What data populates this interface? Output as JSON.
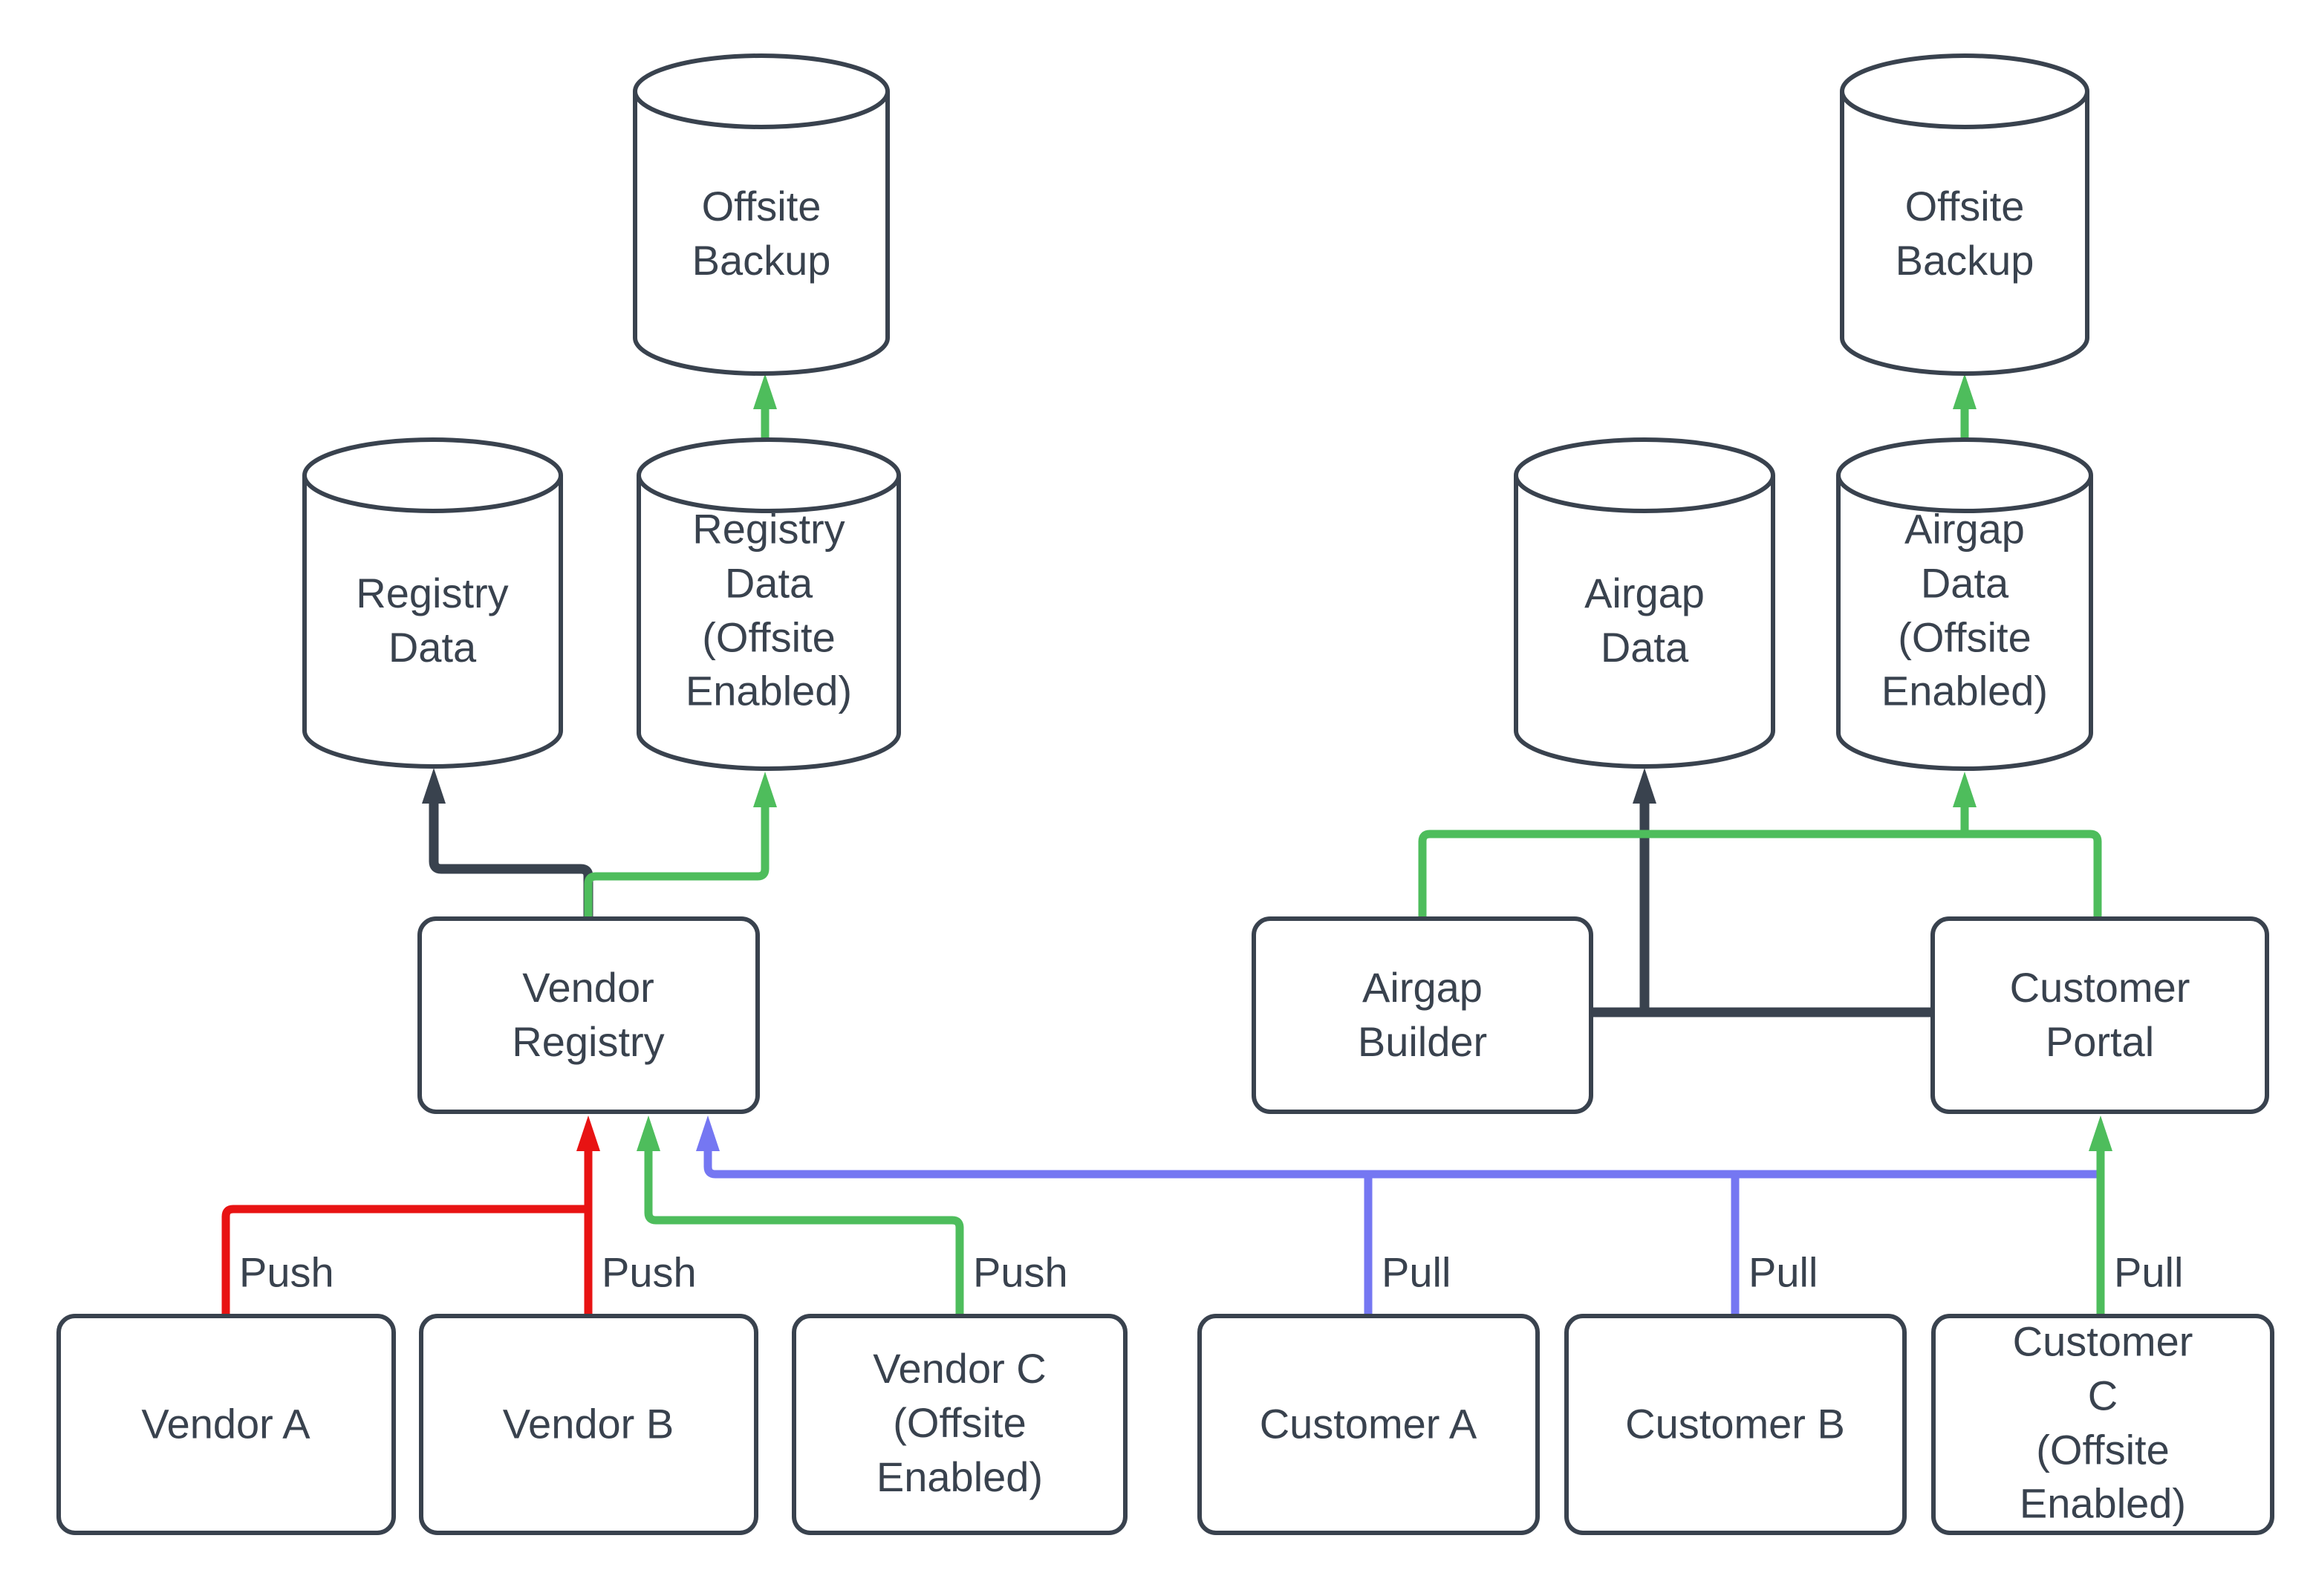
{
  "diagram": {
    "colors": {
      "background": "#ffffff",
      "shape_fill": "#ffffff",
      "stroke": "#39424e",
      "text": "#39424e",
      "red": "#e81313",
      "green": "#4ebd5c",
      "blue": "#7577f2"
    },
    "nodes": {
      "offsite_backup_left": {
        "shape": "cylinder",
        "label": "Offsite\nBackup"
      },
      "registry_data": {
        "shape": "cylinder",
        "label": "Registry\nData"
      },
      "registry_data_offsite": {
        "shape": "cylinder",
        "label": "Registry\nData\n(Offsite\nEnabled)"
      },
      "vendor_registry": {
        "shape": "box",
        "label": "Vendor\nRegistry"
      },
      "vendor_a": {
        "shape": "box",
        "label": "Vendor A"
      },
      "vendor_b": {
        "shape": "box",
        "label": "Vendor B"
      },
      "vendor_c": {
        "shape": "box",
        "label": "Vendor C\n(Offsite\nEnabled)"
      },
      "offsite_backup_right": {
        "shape": "cylinder",
        "label": "Offsite\nBackup"
      },
      "airgap_data": {
        "shape": "cylinder",
        "label": "Airgap\nData"
      },
      "airgap_data_offsite": {
        "shape": "cylinder",
        "label": "Airgap\nData\n(Offsite\nEnabled)"
      },
      "airgap_builder": {
        "shape": "box",
        "label": "Airgap\nBuilder"
      },
      "customer_portal": {
        "shape": "box",
        "label": "Customer\nPortal"
      },
      "customer_a": {
        "shape": "box",
        "label": "Customer A"
      },
      "customer_b": {
        "shape": "box",
        "label": "Customer B"
      },
      "customer_c": {
        "shape": "box",
        "label": "Customer C\n(Offsite\nEnabled)"
      }
    },
    "edges": [
      {
        "from": "Vendor A",
        "to": "Vendor Registry",
        "color": "red",
        "label": "Push"
      },
      {
        "from": "Vendor B",
        "to": "Vendor Registry",
        "color": "red",
        "label": "Push"
      },
      {
        "from": "Vendor C (Offsite Enabled)",
        "to": "Vendor Registry",
        "color": "green",
        "label": "Push"
      },
      {
        "from": "Customer A",
        "to": "Vendor Registry",
        "color": "blue",
        "label": "Pull"
      },
      {
        "from": "Customer B",
        "to": "Vendor Registry",
        "color": "blue",
        "label": "Pull"
      },
      {
        "from": "Customer C (Offsite Enabled)",
        "to": "Customer Portal",
        "color": "green",
        "label": "Pull"
      },
      {
        "from": "Vendor Registry",
        "to": "Registry Data",
        "color": "dark",
        "label": ""
      },
      {
        "from": "Vendor Registry",
        "to": "Registry Data (Offsite Enabled)",
        "color": "green",
        "label": ""
      },
      {
        "from": "Registry Data (Offsite Enabled)",
        "to": "Offsite Backup",
        "color": "green",
        "label": ""
      },
      {
        "from": "Airgap Builder",
        "to": "Airgap Data",
        "color": "dark",
        "label": ""
      },
      {
        "from": "Customer Portal",
        "to": "Airgap Data",
        "color": "dark",
        "label": ""
      },
      {
        "from": "Airgap Builder",
        "to": "Airgap Data (Offsite Enabled)",
        "color": "green",
        "label": ""
      },
      {
        "from": "Customer Portal",
        "to": "Airgap Data (Offsite Enabled)",
        "color": "green",
        "label": ""
      },
      {
        "from": "Airgap Data (Offsite Enabled)",
        "to": "Offsite Backup",
        "color": "green",
        "label": ""
      }
    ]
  }
}
